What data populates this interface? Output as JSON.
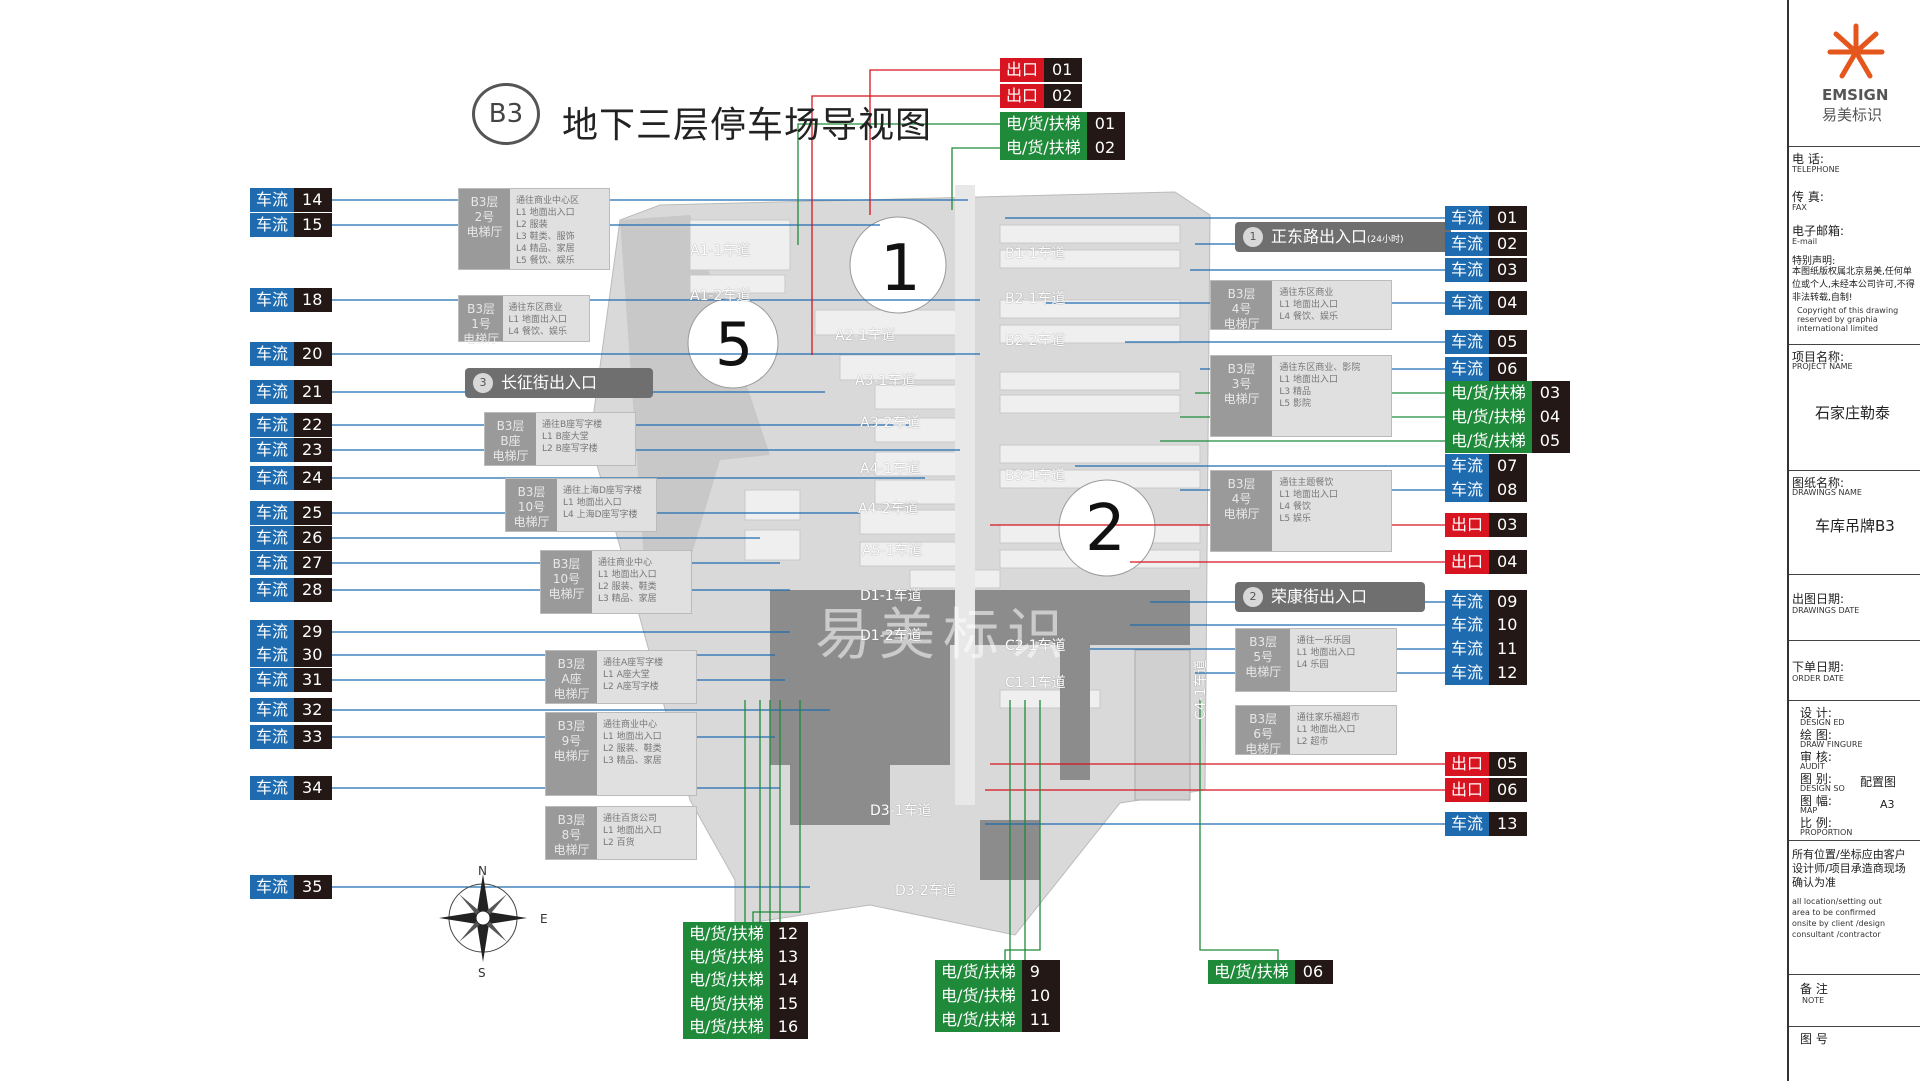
{
  "title": "地下三层停车场导视图",
  "floor_badge": "B3",
  "labels_left": [
    {
      "kind": "车流",
      "num": "14",
      "color": "blue"
    },
    {
      "kind": "车流",
      "num": "15",
      "color": "blue"
    },
    {
      "kind": "车流",
      "num": "18",
      "color": "blue"
    },
    {
      "kind": "车流",
      "num": "20",
      "color": "blue"
    },
    {
      "kind": "车流",
      "num": "21",
      "color": "blue"
    },
    {
      "kind": "车流",
      "num": "22",
      "color": "blue"
    },
    {
      "kind": "车流",
      "num": "23",
      "color": "blue"
    },
    {
      "kind": "车流",
      "num": "24",
      "color": "blue"
    },
    {
      "kind": "车流",
      "num": "25",
      "color": "blue"
    },
    {
      "kind": "车流",
      "num": "26",
      "color": "blue"
    },
    {
      "kind": "车流",
      "num": "27",
      "color": "blue"
    },
    {
      "kind": "车流",
      "num": "28",
      "color": "blue"
    },
    {
      "kind": "车流",
      "num": "29",
      "color": "blue"
    },
    {
      "kind": "车流",
      "num": "30",
      "color": "blue"
    },
    {
      "kind": "车流",
      "num": "31",
      "color": "blue"
    },
    {
      "kind": "车流",
      "num": "32",
      "color": "blue"
    },
    {
      "kind": "车流",
      "num": "33",
      "color": "blue"
    },
    {
      "kind": "车流",
      "num": "34",
      "color": "blue"
    },
    {
      "kind": "车流",
      "num": "35",
      "color": "blue"
    }
  ],
  "labels_right": [
    {
      "kind": "车流",
      "num": "01",
      "color": "blue"
    },
    {
      "kind": "车流",
      "num": "02",
      "color": "blue"
    },
    {
      "kind": "车流",
      "num": "03",
      "color": "blue"
    },
    {
      "kind": "车流",
      "num": "04",
      "color": "blue"
    },
    {
      "kind": "车流",
      "num": "05",
      "color": "blue"
    },
    {
      "kind": "车流",
      "num": "06",
      "color": "blue"
    },
    {
      "kind": "电/货/扶梯",
      "num": "03",
      "color": "green"
    },
    {
      "kind": "电/货/扶梯",
      "num": "04",
      "color": "green"
    },
    {
      "kind": "电/货/扶梯",
      "num": "05",
      "color": "green"
    },
    {
      "kind": "车流",
      "num": "07",
      "color": "blue"
    },
    {
      "kind": "车流",
      "num": "08",
      "color": "blue"
    },
    {
      "kind": "出口",
      "num": "03",
      "color": "red"
    },
    {
      "kind": "出口",
      "num": "04",
      "color": "red"
    },
    {
      "kind": "车流",
      "num": "09",
      "color": "blue"
    },
    {
      "kind": "车流",
      "num": "10",
      "color": "blue"
    },
    {
      "kind": "车流",
      "num": "11",
      "color": "blue"
    },
    {
      "kind": "车流",
      "num": "12",
      "color": "blue"
    },
    {
      "kind": "出口",
      "num": "05",
      "color": "red"
    },
    {
      "kind": "出口",
      "num": "06",
      "color": "red"
    },
    {
      "kind": "车流",
      "num": "13",
      "color": "blue"
    }
  ],
  "labels_top": [
    {
      "kind": "出口",
      "num": "01",
      "color": "red"
    },
    {
      "kind": "出口",
      "num": "02",
      "color": "red"
    },
    {
      "kind": "电/货/扶梯",
      "num": "01",
      "color": "green"
    },
    {
      "kind": "电/货/扶梯",
      "num": "02",
      "color": "green"
    }
  ],
  "labels_bottom": [
    {
      "kind": "电/货/扶梯",
      "num": "12",
      "color": "green"
    },
    {
      "kind": "电/货/扶梯",
      "num": "13",
      "color": "green"
    },
    {
      "kind": "电/货/扶梯",
      "num": "14",
      "color": "green"
    },
    {
      "kind": "电/货/扶梯",
      "num": "15",
      "color": "green"
    },
    {
      "kind": "电/货/扶梯",
      "num": "16",
      "color": "green"
    },
    {
      "kind": "电/货/扶梯",
      "num": "9",
      "color": "green"
    },
    {
      "kind": "电/货/扶梯",
      "num": "10",
      "color": "green"
    },
    {
      "kind": "电/货/扶梯",
      "num": "11",
      "color": "green"
    },
    {
      "kind": "电/货/扶梯",
      "num": "06",
      "color": "green"
    }
  ],
  "entrances": [
    {
      "icon": "1",
      "text": "正东路出入口",
      "note": "(24小时)"
    },
    {
      "icon": "3",
      "text": "长征街出入口",
      "note": ""
    },
    {
      "icon": "2",
      "text": "荣康街出入口",
      "note": ""
    }
  ],
  "zone_numbers": [
    "1",
    "5",
    "2"
  ],
  "lanes": [
    "A1-1车道",
    "A1-2车道",
    "A2-1车道",
    "A3-1车道",
    "A3-2车道",
    "A4-1车道",
    "A4-2车道",
    "A5-1车道",
    "B1-1车道",
    "B2-1车道",
    "B2-2车道",
    "B3-1车道",
    "C1-1车道",
    "C2-1车道",
    "C4-1车道",
    "D1-1车道",
    "D1-2车道",
    "D3-1车道",
    "D3-2车道"
  ],
  "elevator_boxes": [
    {
      "floor": "B3层",
      "name": "2号",
      "type": "电梯厅",
      "lines": "通往商业中心区\nL1 地面出入口\nL2 服装\nL3 鞋类、服饰\nL4 精品、家居\nL5 餐饮、娱乐"
    },
    {
      "floor": "B3层",
      "name": "1号",
      "type": "电梯厅",
      "lines": "通往东区商业\nL1 地面出入口\nL4 餐饮、娱乐"
    },
    {
      "floor": "B3层",
      "name": "B座",
      "type": "电梯厅",
      "lines": "通往B座写字楼\nL1 B座大堂\nL2 B座写字楼"
    },
    {
      "floor": "B3层",
      "name": "10号",
      "type": "电梯厅",
      "lines": "通往上海D座写字楼\nL1 地面出入口\nL4 上海D座写字楼"
    },
    {
      "floor": "B3层",
      "name": "10号",
      "type": "电梯厅",
      "lines": "通往商业中心\nL1 地面出入口\nL2 服装、鞋类\nL3 精品、家居"
    },
    {
      "floor": "B3层",
      "name": "A座",
      "type": "电梯厅",
      "lines": "通往A座写字楼\nL1 A座大堂\nL2 A座写字楼"
    },
    {
      "floor": "B3层",
      "name": "9号",
      "type": "电梯厅",
      "lines": "通往商业中心\nL1 地面出入口\nL2 服装、鞋类\nL3 精品、家居"
    },
    {
      "floor": "B3层",
      "name": "8号",
      "type": "电梯厅",
      "lines": "通往百货公司\nL1 地面出入口\nL2 百货"
    },
    {
      "floor": "B3层",
      "name": "4号",
      "type": "电梯厅",
      "lines": "通往东区商业\nL1 地面出入口\nL4 餐饮、娱乐"
    },
    {
      "floor": "B3层",
      "name": "3号",
      "type": "电梯厅",
      "lines": "通往东区商业、影院\nL1 地面出入口\nL3 精品\nL5 影院"
    },
    {
      "floor": "B3层",
      "name": "4号",
      "type": "电梯厅",
      "lines": "通往主题餐饮\nL1 地面出入口\nL4 餐饮\nL5 娱乐"
    },
    {
      "floor": "B3层",
      "name": "5号",
      "type": "电梯厅",
      "lines": "通往一乐乐园\nL1 地面出入口\nL4 乐园"
    },
    {
      "floor": "B3层",
      "name": "6号",
      "type": "电梯厅",
      "lines": "通往家乐福超市\nL1 地面出入口\nL2 超市"
    }
  ],
  "watermark": "易美标识",
  "compass": {
    "n": "N",
    "e": "E",
    "s": "S"
  },
  "sidebar": {
    "brand_en": "EMSIGN",
    "brand_cn": "易美标识",
    "telephone_cn": "电    话:",
    "telephone_en": "TELEPHONE",
    "fax_cn": "传    真:",
    "fax_en": "FAX",
    "email_cn": "电子邮箱:",
    "email_en": "E-mail",
    "statement_title": "特别声明:",
    "statement_cn": "本图纸版权属北京易美,任何单位或个人,未经本公司许可,不得非法转载,自制!",
    "statement_en": "Copyright of this drawing reserved by graphia international limited",
    "project_cn": "项目名称:",
    "project_en": "PROJECT NAME",
    "project_value": "石家庄勒泰",
    "drawing_cn": "图纸名称:",
    "drawing_en": "DRAWINGS NAME",
    "drawing_value": "车库吊牌B3",
    "date_cn": "出图日期:",
    "date_en": "DRAWINGS DATE",
    "order_cn": "下单日期:",
    "order_en": "ORDER DATE",
    "design_cn": "设    计:",
    "design_en": "DESIGN ED",
    "draw_cn": "绘    图:",
    "draw_en": "DRAW FINGURE",
    "audit_cn": "审    核:",
    "audit_en": "AUDIT",
    "type_cn": "图    别:",
    "type_en": "DESIGN SO",
    "type_value": "配置图",
    "size_cn": "图    幅:",
    "size_en": "MAP",
    "size_value": "A3",
    "scale_cn": "比    例:",
    "scale_en": "PROPORTION",
    "confirm_cn": "所有位置/坐标应由客户设计师/项目承造商现场确认为准",
    "confirm_en": "all location/setting out area to be confirmed onsite by client /design consultant /contractor",
    "note_cn": "备    注",
    "note_en": "NOTE",
    "sheet_cn": "图    号"
  }
}
